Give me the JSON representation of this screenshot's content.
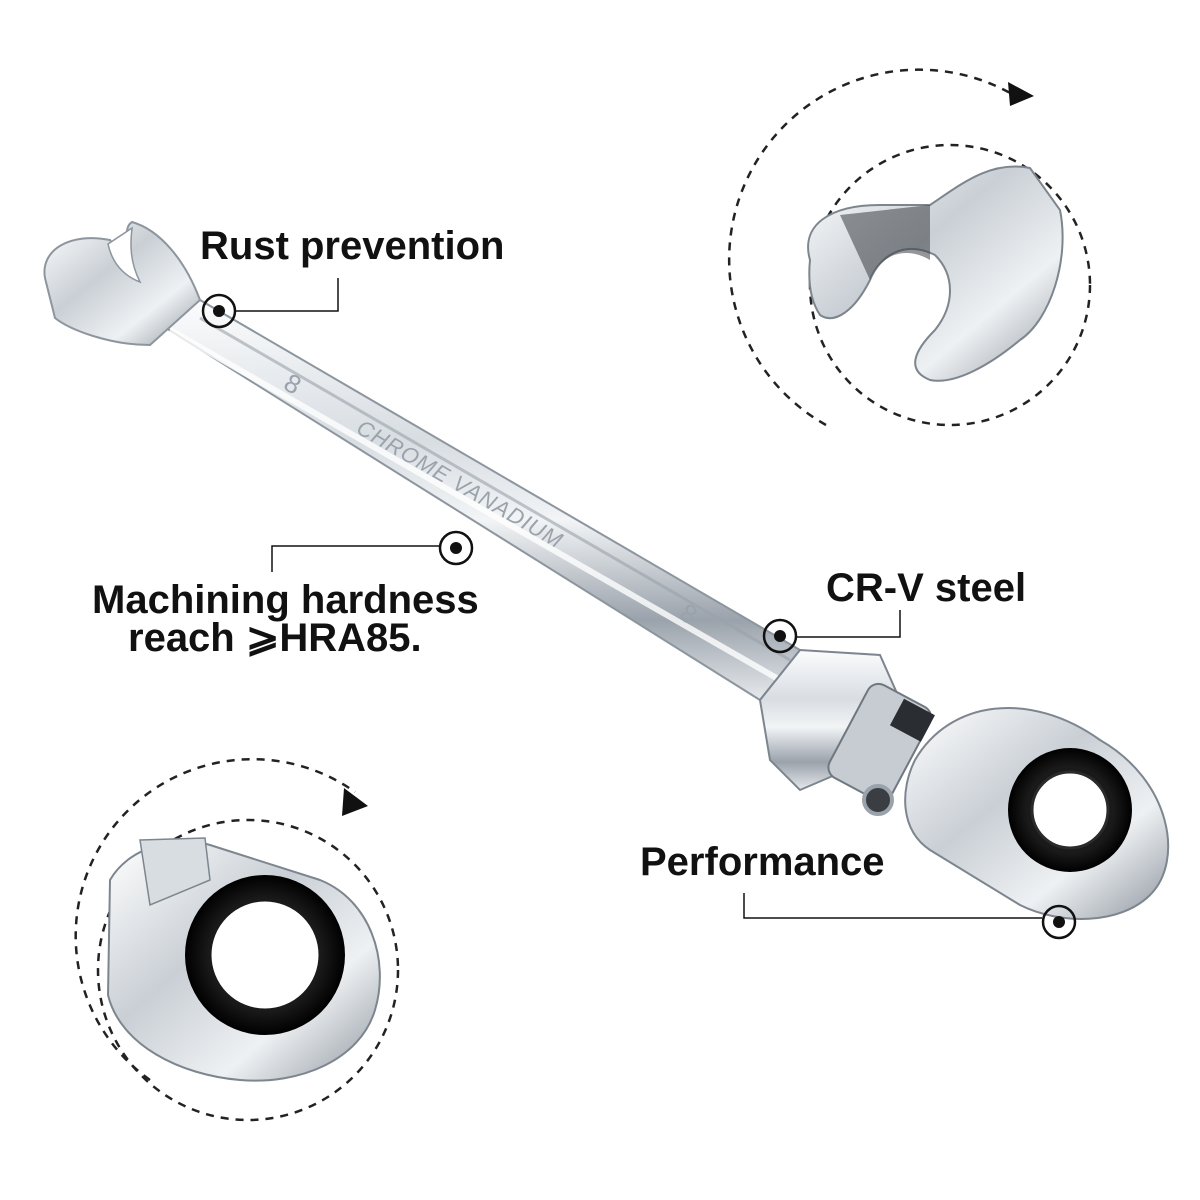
{
  "callouts": {
    "rust_prevention": "Rust prevention",
    "cr_v_steel": "CR-V steel",
    "machining_hardness_line1": "Machining hardness",
    "machining_hardness_line2": "reach ⩾HRA85.",
    "performance": "Performance"
  },
  "engraving": {
    "size_mark": "8",
    "material": "CHROME VANADIUM"
  },
  "colors": {
    "chrome_light": "#f4f6f8",
    "chrome_mid": "#b9c0c8",
    "chrome_dark": "#6f7780",
    "ink": "#111111",
    "background": "#ffffff"
  }
}
